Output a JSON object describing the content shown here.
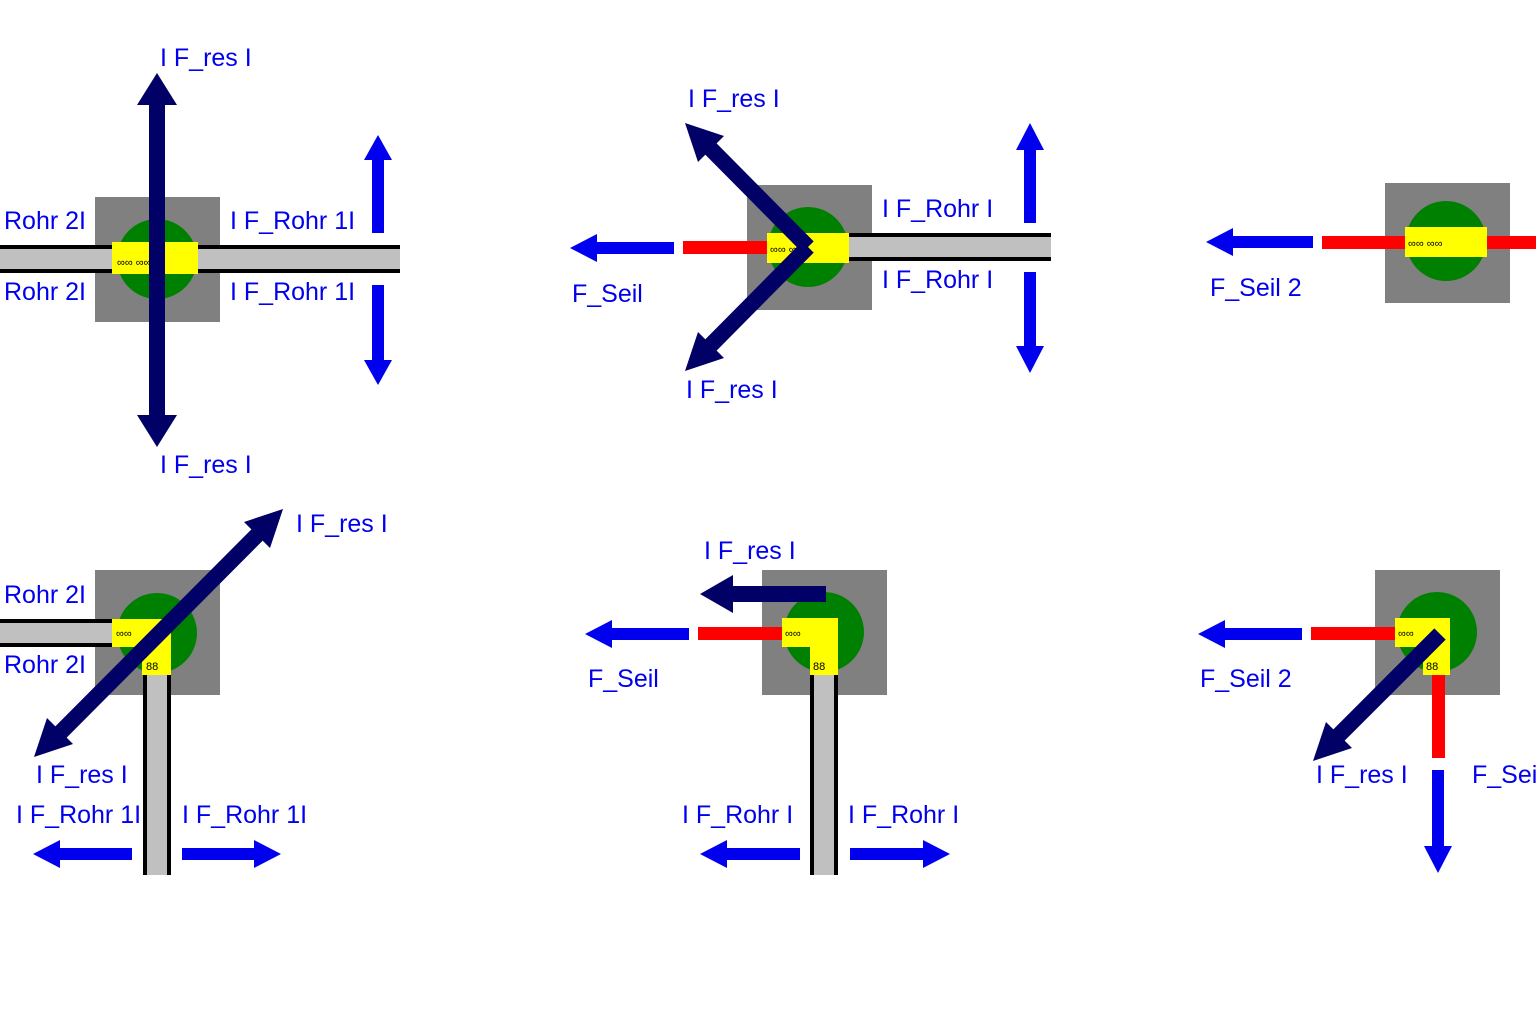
{
  "colors": {
    "background": "#ffffff",
    "label_blue": "#0000ee",
    "component_arrow": "#0000ee",
    "resultant_arrow": "#000066",
    "rope_red": "#ff0000",
    "pipe_gray": "#c0c0c0",
    "pipe_edge": "#000000",
    "mount_plate": "#808080",
    "hub_green": "#008000",
    "clamp_yellow": "#ffff00"
  },
  "icons": {
    "arrow": "arrow-icon",
    "pipe": "pipe-icon",
    "rope": "rope-icon",
    "mount": "mount-plate-icon",
    "hub": "hub-icon",
    "clamp": "clamp-icon"
  },
  "panels": [
    {
      "id": "cross-junction",
      "labels": {
        "res_top": "I F_res I",
        "rohr2_top": "Rohr 2I",
        "rohr1_top": "I F_Rohr 1I",
        "rohr2_bottom": "Rohr 2I",
        "rohr1_bottom": "I F_Rohr 1I",
        "res_bottom": "I F_res I"
      }
    },
    {
      "id": "rope-pipe-junction",
      "labels": {
        "res_top": "I F_res I",
        "rohr_top": "I F_Rohr I",
        "seil": "F_Seil",
        "rohr_bottom": "I F_Rohr I",
        "res_bottom": "I F_res I"
      }
    },
    {
      "id": "rope-rope-junction",
      "labels": {
        "seil2": "F_Seil 2"
      }
    },
    {
      "id": "corner-pipe-junction",
      "labels": {
        "res_top": "I F_res I",
        "rohr2_top": "Rohr 2I",
        "rohr2_bottom": "Rohr 2I",
        "res_bottom": "I F_res I",
        "rohr1_left": "I F_Rohr 1I",
        "rohr1_right": "I F_Rohr 1I"
      }
    },
    {
      "id": "corner-rope-pipe-junction",
      "labels": {
        "res": "I F_res I",
        "seil": "F_Seil",
        "rohr_left": "I F_Rohr I",
        "rohr_right": "I F_Rohr I"
      }
    },
    {
      "id": "corner-rope-rope-junction",
      "labels": {
        "seil2": "F_Seil 2",
        "res": "I F_res I",
        "seil_right": "F_Sei"
      }
    }
  ]
}
